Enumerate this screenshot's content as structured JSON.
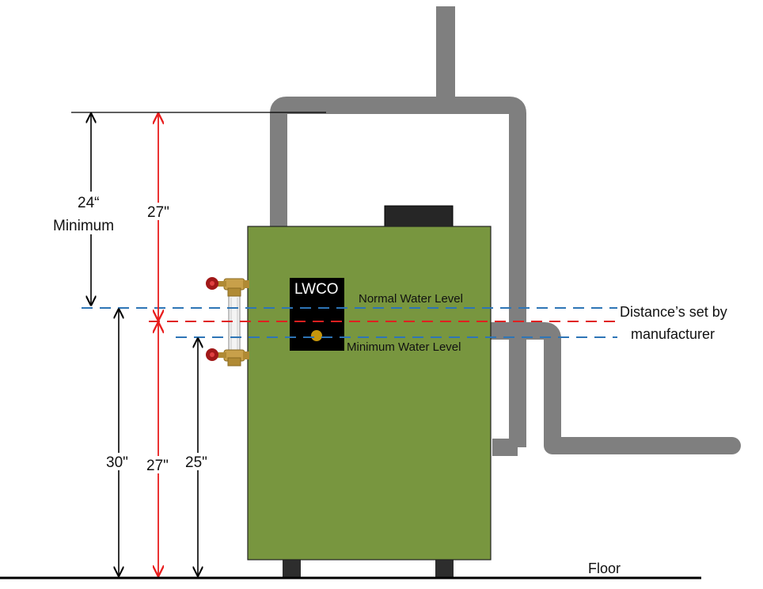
{
  "labels": {
    "lwco": "LWCO",
    "normal_water_level": "Normal Water Level",
    "minimum_water_level": "Minimum Water Level",
    "distances_line1": "Distance’s set by",
    "distances_line2": "manufacturer",
    "floor": "Floor"
  },
  "dimensions": {
    "top_min_value": "24“",
    "top_min_note": "Minimum",
    "top_red": "27\"",
    "bottom_black": "30\"",
    "bottom_red": "27\"",
    "bottom_min": "25\""
  },
  "colors": {
    "boiler": "#78963f",
    "pipe": "#7f7f7f",
    "lwco_box": "#000000",
    "float": "#c5960c",
    "dashed_blue": "#2e75b6",
    "dashed_red": "#e02020",
    "red_arrow": "#e81c1c",
    "valve_red": "#a01818",
    "brass": "#c8a04a"
  },
  "icons": [
    "gauge-glass-valve-icon"
  ]
}
